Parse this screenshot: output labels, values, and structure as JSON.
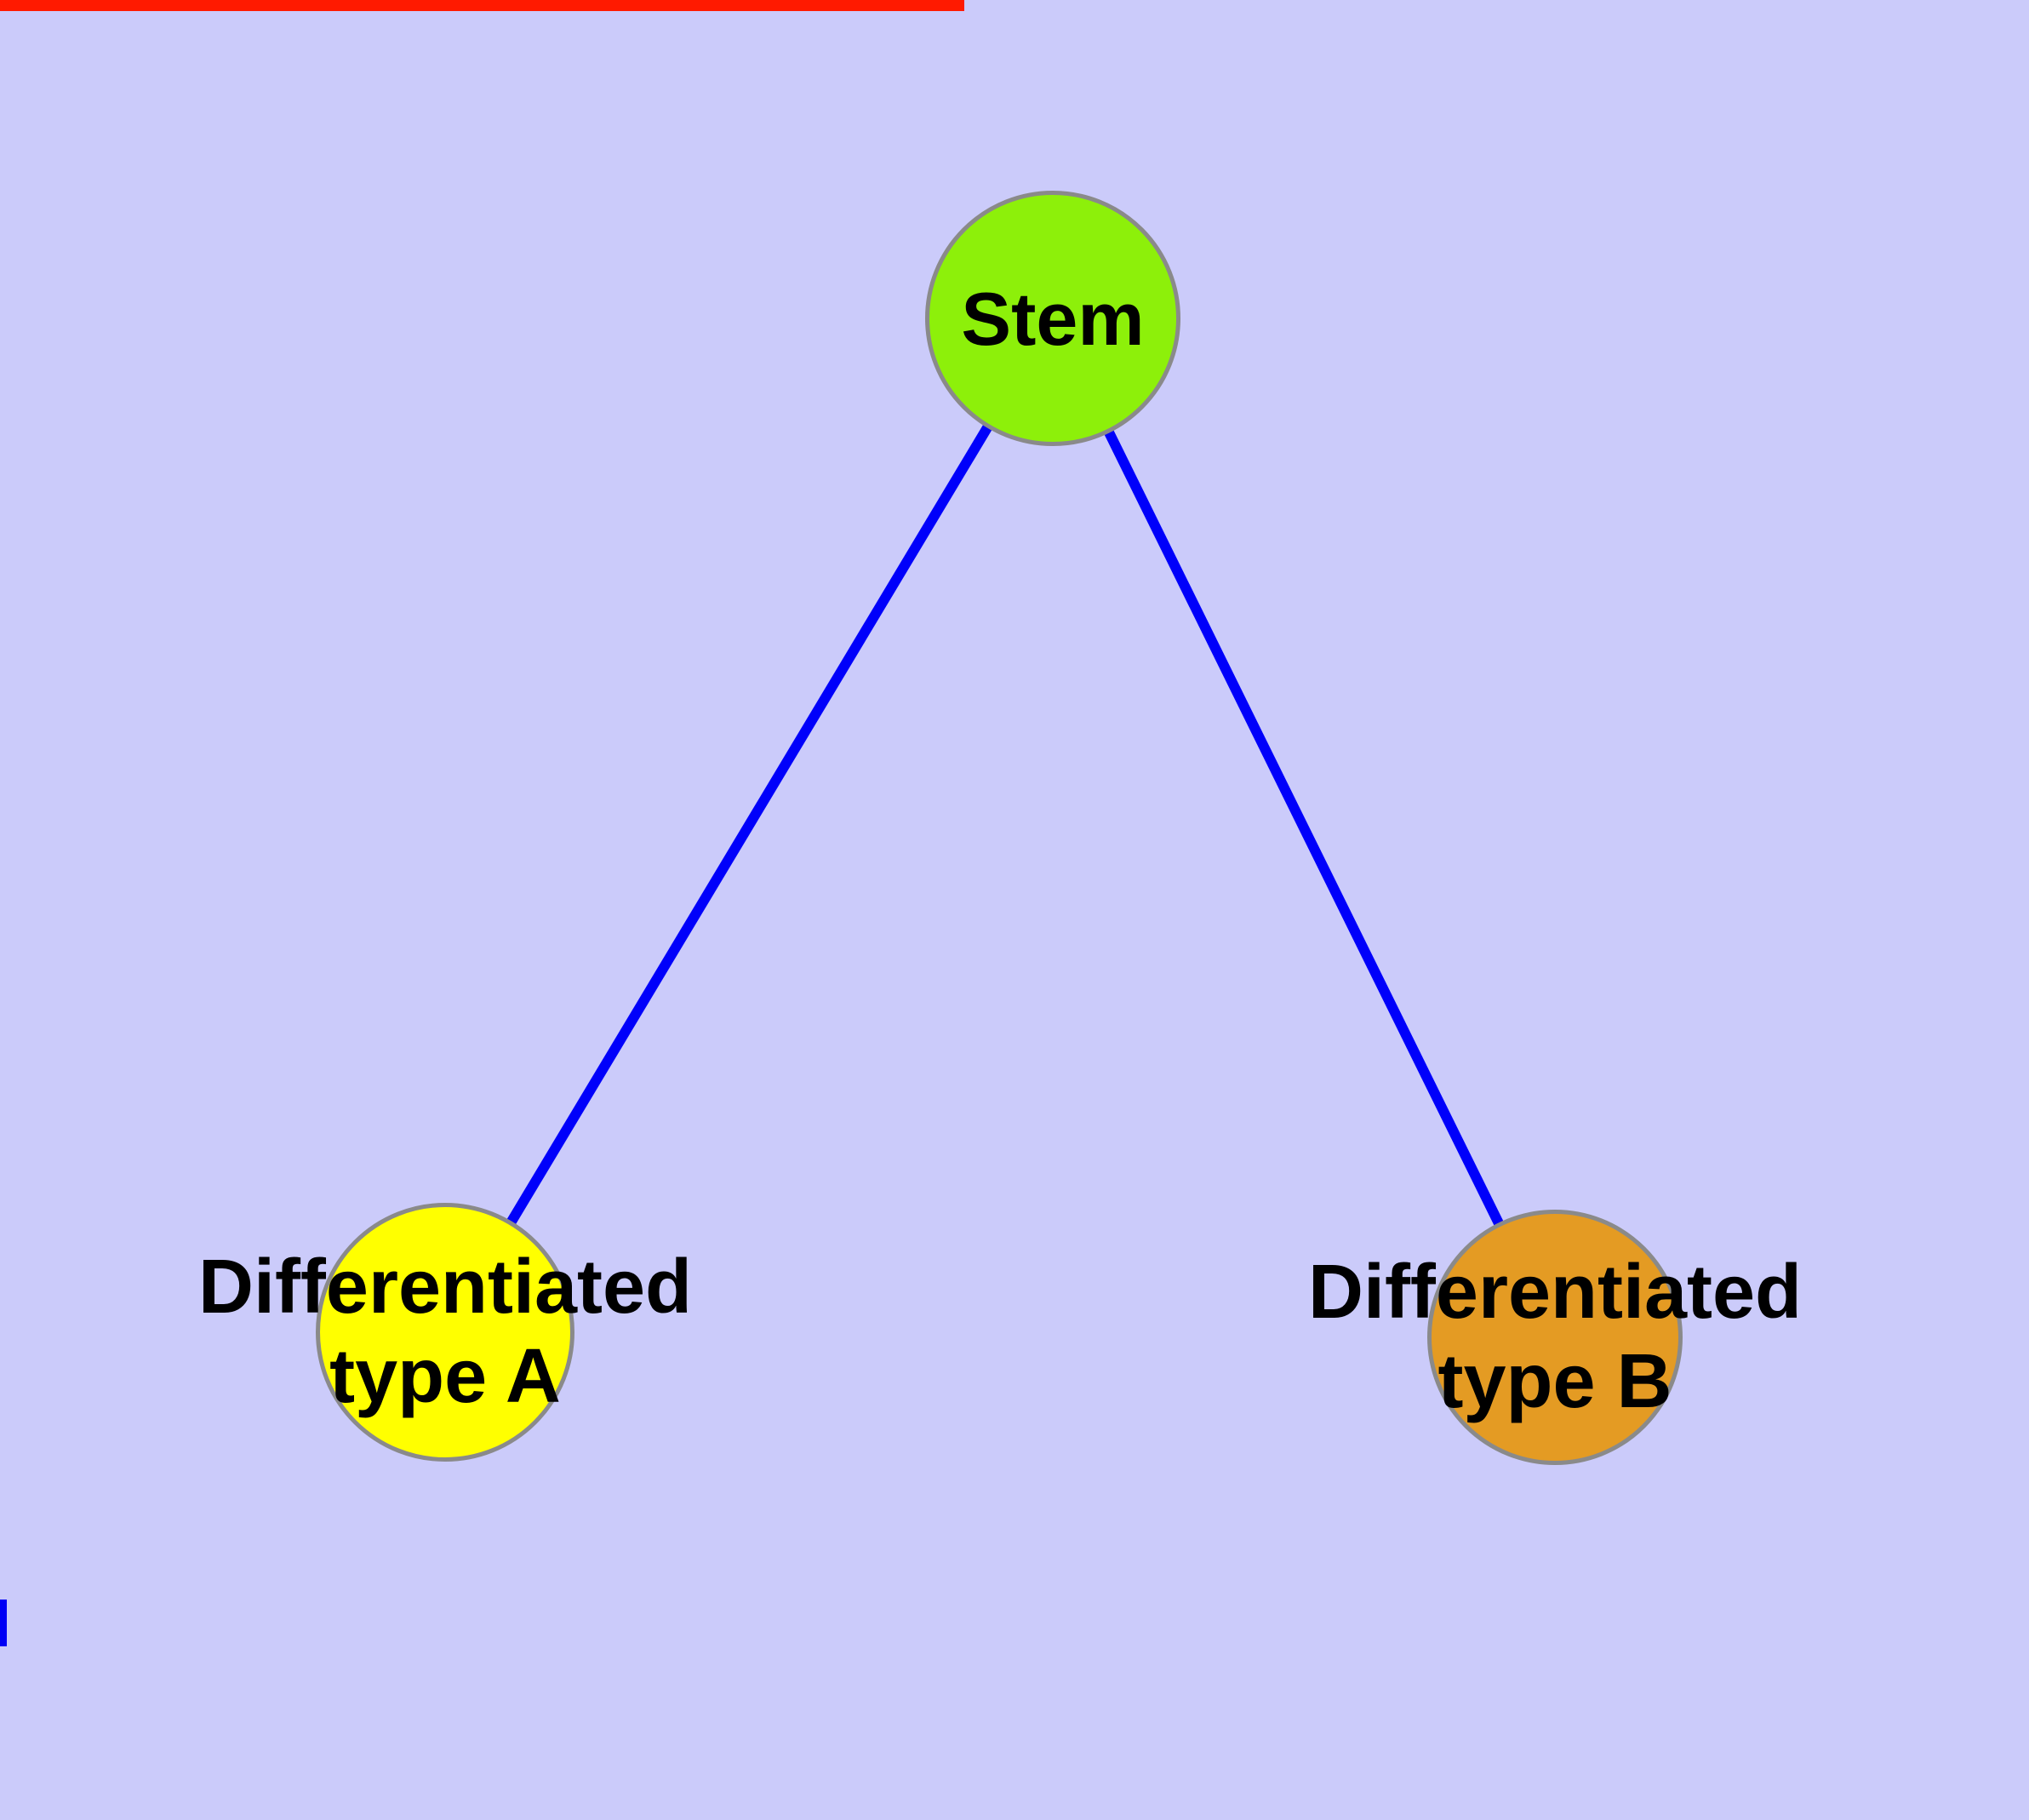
{
  "diagram": {
    "type": "graph",
    "background_color": "#CBCBFA",
    "edge_color": "#0000FA",
    "node_border_color": "#8A8A8A",
    "text_color": "#000000",
    "nodes": {
      "stem": {
        "label": "Stem",
        "fill": "#8DF00A",
        "shape": "circle"
      },
      "type_a": {
        "label_line1": "Differentiated",
        "label_line2": "type A",
        "fill": "#FFFF00",
        "shape": "circle"
      },
      "type_b": {
        "label_line1": "Differentiated",
        "label_line2": "type B",
        "fill": "#E49B23",
        "shape": "circle"
      }
    },
    "edges": [
      {
        "from": "Stem",
        "to": "Differentiated type A"
      },
      {
        "from": "Stem",
        "to": "Differentiated type B"
      }
    ],
    "artifacts": {
      "top_bar_color": "#FF1A00",
      "left_tick_color": "#0000F5"
    }
  }
}
